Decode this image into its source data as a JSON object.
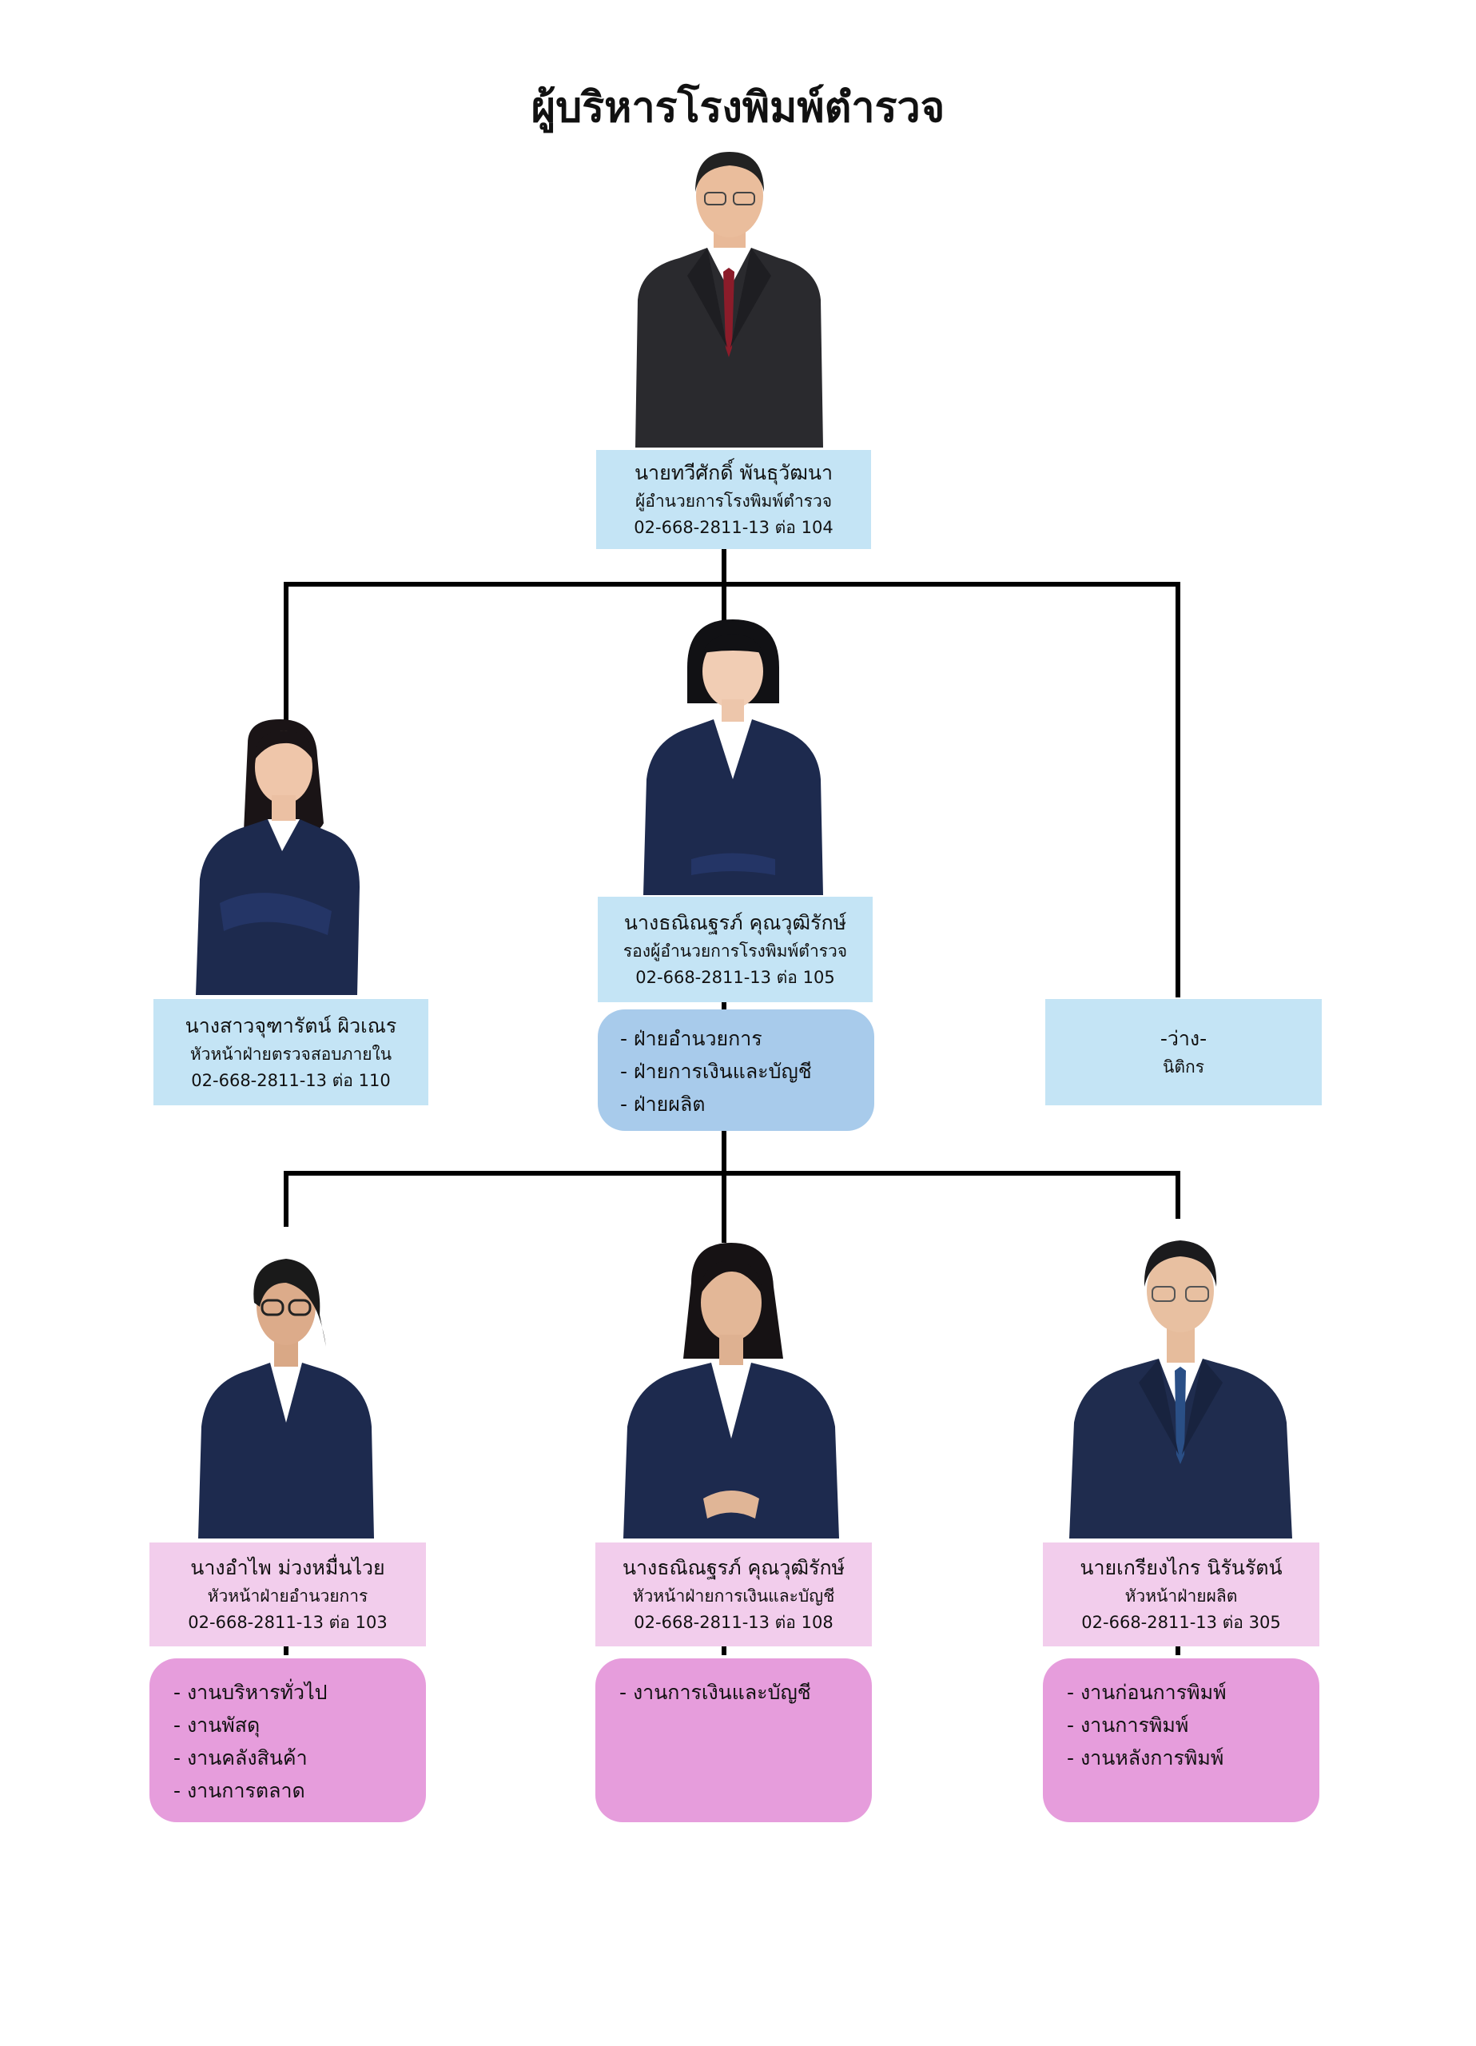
{
  "title": "ผู้บริหารโรงพิมพ์ตำรวจ",
  "director": {
    "name": "นายทวีศักดิ์  พันธุวัฒนา",
    "position": "ผู้อำนวยการโรงพิมพ์ตำรวจ",
    "phone": "02-668-2811-13 ต่อ 104"
  },
  "audit": {
    "name": "นางสาวจุฑารัตน์  ผิวเณร",
    "position": "หัวหน้าฝ่ายตรวจสอบภายใน",
    "phone": "02-668-2811-13 ต่อ 110"
  },
  "deputy": {
    "name": "นางธณิณฐรภ์  คุณวุฒิรักษ์",
    "position": "รองผู้อำนวยการโรงพิมพ์ตำรวจ",
    "phone": "02-668-2811-13 ต่อ 105",
    "departments": [
      "ฝ่ายอำนวยการ",
      "ฝ่ายการเงินและบัญชี",
      "ฝ่ายผลิต"
    ]
  },
  "legal": {
    "name": "-ว่าง-",
    "position": "นิติกร"
  },
  "admin_head": {
    "name": "นางอำไพ  ม่วงหมื่นไวย",
    "position": "หัวหน้าฝ่ายอำนวยการ",
    "phone": "02-668-2811-13 ต่อ 103",
    "tasks": [
      "งานบริหารทั่วไป",
      "งานพัสดุ",
      "งานคลังสินค้า",
      "งานการตลาด"
    ]
  },
  "finance_head": {
    "name": "นางธณิณฐรภ์  คุณวุฒิรักษ์",
    "position": "หัวหน้าฝ่ายการเงินและบัญชี",
    "phone": "02-668-2811-13 ต่อ 108",
    "tasks": [
      "งานการเงินและบัญชี"
    ]
  },
  "production_head": {
    "name": "นายเกรียงไกร  นิรันรัตน์",
    "position": "หัวหน้าฝ่ายผลิต",
    "phone": "02-668-2811-13 ต่อ 305",
    "tasks": [
      "งานก่อนการพิมพ์",
      "งานการพิมพ์",
      "งานหลังการพิมพ์"
    ]
  },
  "colors": {
    "top_box": "#c4e4f5",
    "department_list": "#a8cbeb",
    "head_box": "#f2cdec",
    "task_list": "#e69ddc",
    "suit": "#1d2a4e",
    "shirt": "#ffffff",
    "tie_red": "#8b1c2a",
    "tie_blue": "#2a4f86"
  }
}
